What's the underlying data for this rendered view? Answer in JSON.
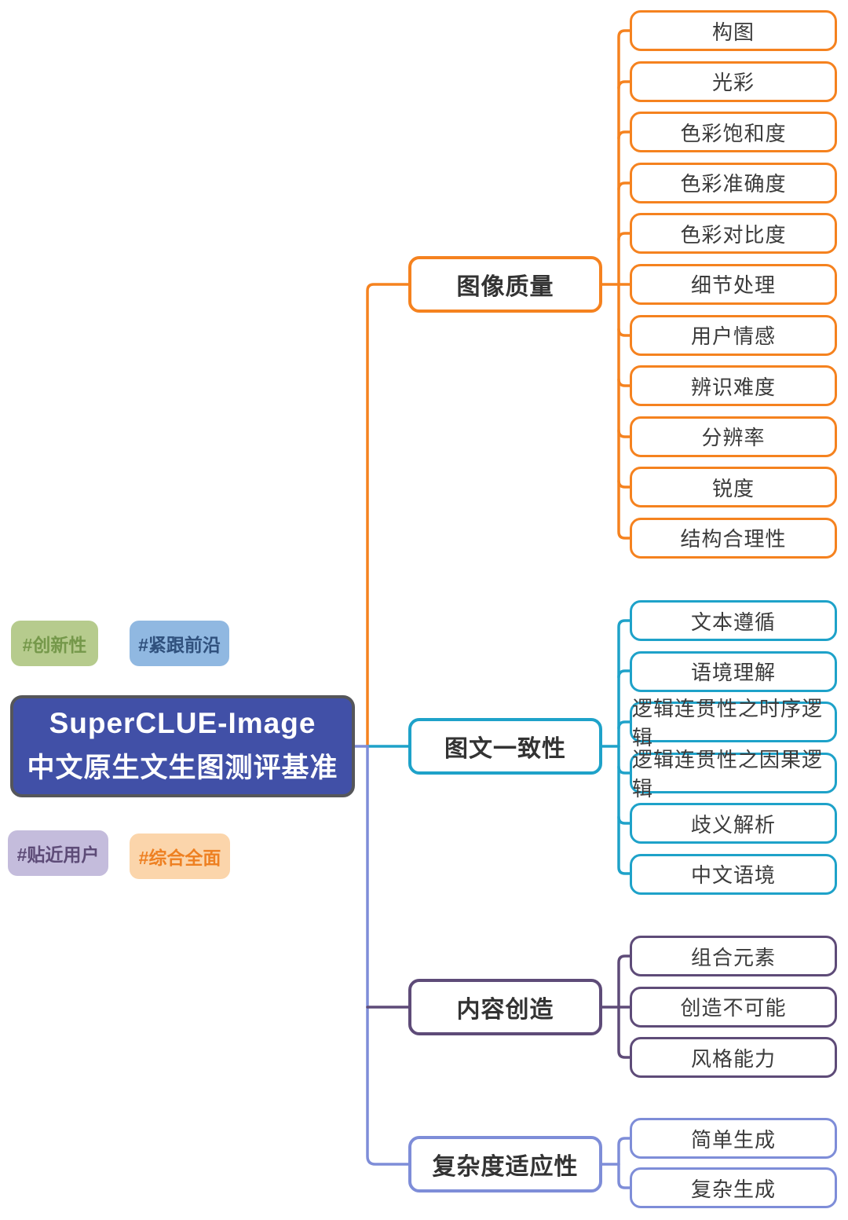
{
  "title": {
    "line1": "SuperCLUE-Image",
    "line2": "中文原生文生图测评基准",
    "bg": "#4150A7",
    "border": "#55565A"
  },
  "tags": [
    {
      "label": "#创新性",
      "bg": "#B6CB8D",
      "fg": "#75984A"
    },
    {
      "label": "#紧跟前沿",
      "bg": "#90B8E1",
      "fg": "#30517D"
    },
    {
      "label": "#贴近用户",
      "bg": "#C4BCDC",
      "fg": "#5D4B77"
    },
    {
      "label": "#综合全面",
      "bg": "#FBD5AB",
      "fg": "#EE8022"
    }
  ],
  "branches": [
    {
      "label": "图像质量",
      "color": "#F5821F",
      "children": [
        "构图",
        "光彩",
        "色彩饱和度",
        "色彩准确度",
        "色彩对比度",
        "细节处理",
        "用户情感",
        "辨识难度",
        "分辨率",
        "锐度",
        "结构合理性"
      ]
    },
    {
      "label": "图文一致性",
      "color": "#1EA2C9",
      "children": [
        "文本遵循",
        "语境理解",
        "逻辑连贯性之时序逻辑",
        "逻辑连贯性之因果逻辑",
        "歧义解析",
        "中文语境"
      ]
    },
    {
      "label": "内容创造",
      "color": "#5E4B78",
      "children": [
        "组合元素",
        "创造不可能",
        "风格能力"
      ]
    },
    {
      "label": "复杂度适应性",
      "color": "#7E8DD8",
      "children": [
        "简单生成",
        "复杂生成"
      ]
    }
  ]
}
